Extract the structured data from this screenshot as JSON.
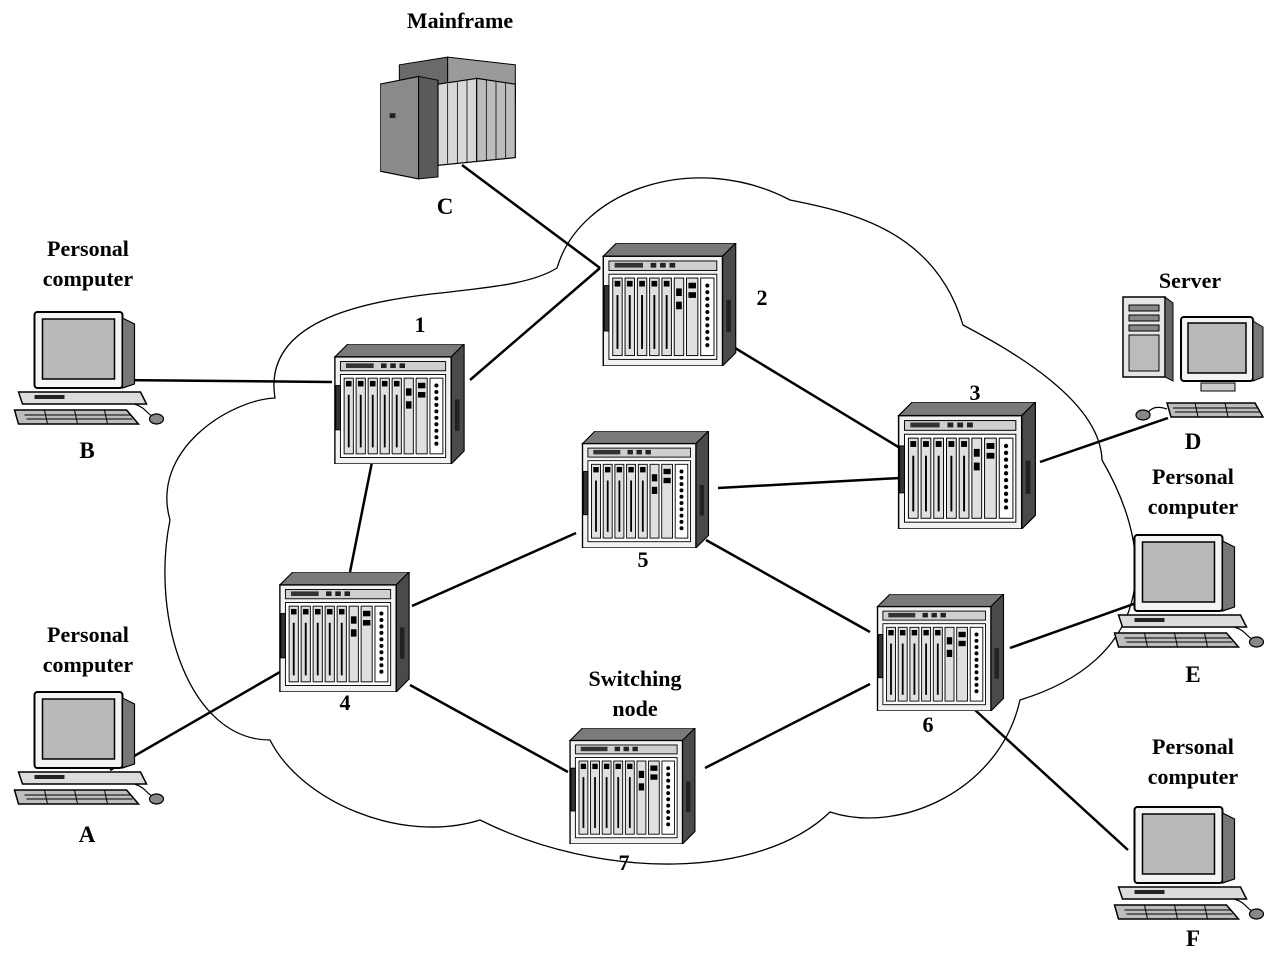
{
  "labels": {
    "mainframe": "Mainframe",
    "server": "Server",
    "switching_node_line1": "Switching",
    "switching_node_line2": "node",
    "personal_computer_line1": "Personal",
    "personal_computer_line2": "computer"
  },
  "nodes": [
    {
      "id": "1",
      "label": "1"
    },
    {
      "id": "2",
      "label": "2"
    },
    {
      "id": "3",
      "label": "3"
    },
    {
      "id": "4",
      "label": "4"
    },
    {
      "id": "5",
      "label": "5"
    },
    {
      "id": "6",
      "label": "6"
    },
    {
      "id": "7",
      "label": "7"
    }
  ],
  "stations": [
    {
      "id": "A",
      "label": "A",
      "kind": "Personal computer"
    },
    {
      "id": "B",
      "label": "B",
      "kind": "Personal computer"
    },
    {
      "id": "C",
      "label": "C",
      "kind": "Mainframe"
    },
    {
      "id": "D",
      "label": "D",
      "kind": "Server"
    },
    {
      "id": "E",
      "label": "E",
      "kind": "Personal computer"
    },
    {
      "id": "F",
      "label": "F",
      "kind": "Personal computer"
    }
  ],
  "links": [
    [
      "C",
      "2"
    ],
    [
      "B",
      "1"
    ],
    [
      "1",
      "2"
    ],
    [
      "1",
      "4"
    ],
    [
      "2",
      "3"
    ],
    [
      "3",
      "5"
    ],
    [
      "3",
      "D"
    ],
    [
      "4",
      "5"
    ],
    [
      "4",
      "A"
    ],
    [
      "4",
      "7"
    ],
    [
      "5",
      "6"
    ],
    [
      "6",
      "7"
    ],
    [
      "6",
      "E"
    ],
    [
      "6",
      "F"
    ]
  ]
}
